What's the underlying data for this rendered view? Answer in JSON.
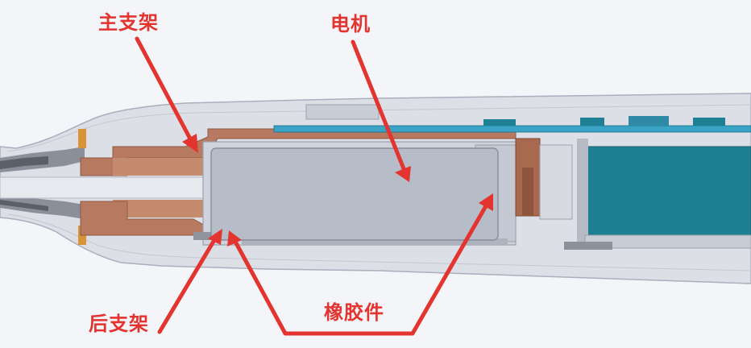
{
  "labels": {
    "main_bracket": "主支架",
    "motor": "电机",
    "rear_bracket": "后支架",
    "rubber_part": "橡胶件"
  },
  "colors": {
    "background": "#f3f5f8",
    "shell": "#dcdfe6",
    "motor": "#b7bdc8",
    "copper": "#b77a60",
    "battery": "#1f7f93",
    "pcb": "#3aa4c7",
    "annotation": "#e3342f"
  }
}
